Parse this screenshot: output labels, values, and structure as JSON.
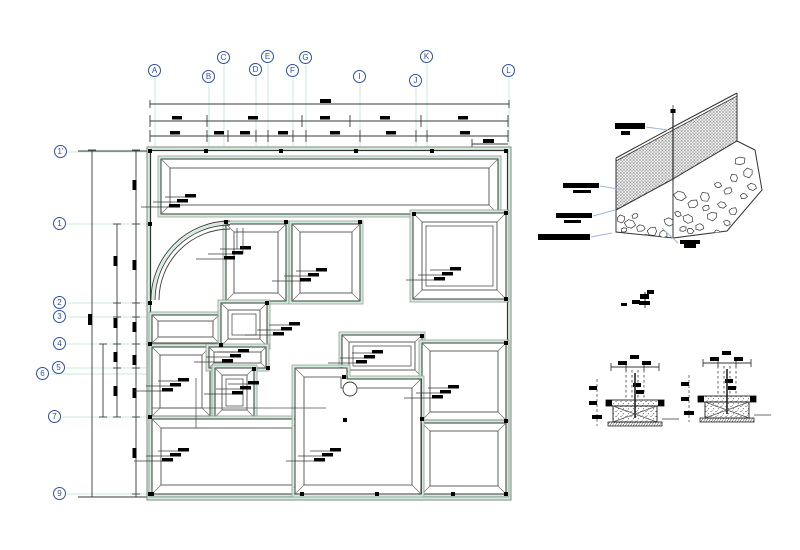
{
  "drawing": {
    "kind": "cad-plan-with-details",
    "grid": {
      "top_bubbles": [
        {
          "label": "A"
        },
        {
          "label": "B"
        },
        {
          "label": "C"
        },
        {
          "label": "D"
        },
        {
          "label": "E"
        },
        {
          "label": "F"
        },
        {
          "label": "G"
        },
        {
          "label": "I"
        },
        {
          "label": "J"
        },
        {
          "label": "K"
        },
        {
          "label": "L"
        }
      ],
      "left_bubbles": [
        {
          "label": "1'"
        },
        {
          "label": "1"
        },
        {
          "label": "2"
        },
        {
          "label": "3"
        },
        {
          "label": "4"
        },
        {
          "label": "5"
        },
        {
          "label": "6"
        },
        {
          "label": "7"
        },
        {
          "label": "9"
        }
      ]
    },
    "colors": {
      "bubble_blue": "#2e4da6",
      "grid_line_green": "#c9ecd7",
      "wall_fill_green": "#cfeeda",
      "line_gray": "#3a3a3a",
      "leader_blue": "#9db8dc",
      "ink": "#000000"
    }
  }
}
